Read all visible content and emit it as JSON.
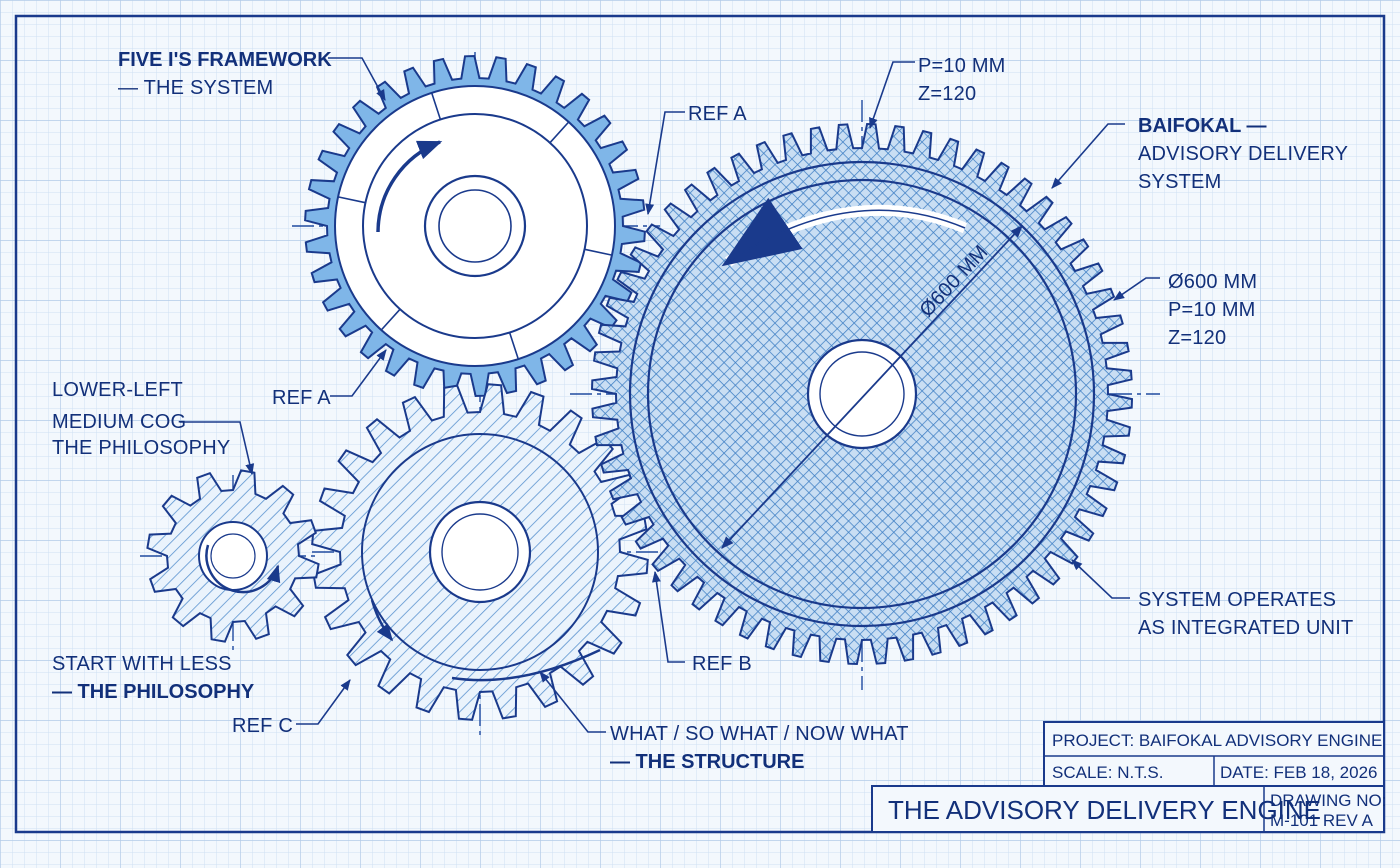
{
  "labels": {
    "five_is_title": "FIVE I'S FRAMEWORK",
    "five_is_sub": "— THE SYSTEM",
    "ref_a_top": "REF A",
    "ref_a_bottom": "REF A",
    "ref_b": "REF B",
    "ref_c": "REF C",
    "big_gear_spec_p": "P=10 MM",
    "big_gear_spec_z": "Z=120",
    "baifokal_title": "BAIFOKAL —",
    "baifokal_line2": "ADVISORY DELIVERY",
    "baifokal_line3": "SYSTEM",
    "dia_line1": "Ø600 MM",
    "dia_line2": "P=10 MM",
    "dia_line3": "Z=120",
    "diameter_dimension": "Ø600 MM",
    "lower_left_line1": "LOWER-LEFT",
    "lower_left_line2": "MEDIUM COG",
    "lower_left_line3": "THE PHILOSOPHY",
    "start_line1": "START WITH LESS",
    "start_line2": "— THE PHILOSOPHY",
    "system_line1": "SYSTEM OPERATES",
    "system_line2": "AS INTEGRATED UNIT",
    "what_line1": "WHAT / SO WHAT / NOW WHAT",
    "what_line2": "— THE STRUCTURE"
  },
  "title_block": {
    "project": "PROJECT: BAIFOKAL ADVISORY ENGINE",
    "scale": "SCALE: N.T.S.",
    "date": "DATE: FEB 18, 2026",
    "title": "THE ADVISORY DELIVERY ENGINE",
    "drawing_no_label": "DRAWING NO:",
    "drawing_no_value": "M-101 REV A"
  },
  "colors": {
    "paper": "#f3f8fd",
    "grid_minor": "#cfe0f2",
    "grid_major": "#b2cbe8",
    "ink": "#1a3a8c",
    "gear_light": "#7fb6e8",
    "gear_mid": "#5a9ad8",
    "hatch": "#4b85c9"
  }
}
